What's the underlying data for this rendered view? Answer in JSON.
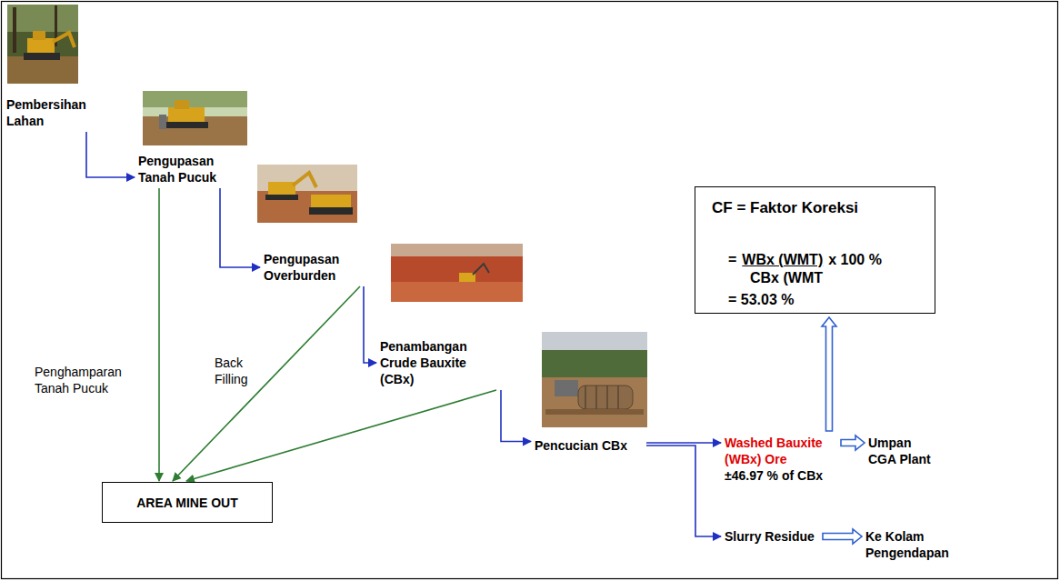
{
  "diagram": {
    "nodes": [
      {
        "text": [
          "Pembersihan Lahan"
        ]
      },
      {
        "text": [
          "Pengupasan Tanah Pucuk"
        ]
      },
      {
        "text": [
          "Pengupasan Overburden"
        ]
      },
      {
        "text": [
          "Penambangan Crude Bauxite (CBx)"
        ]
      },
      {
        "text": [
          "Pencucian CBx"
        ]
      },
      {
        "text": [
          "AREA MINE OUT"
        ]
      },
      {
        "text": [
          "Washed Bauxite (WBx) Ore",
          "±46.97 % of CBx"
        ]
      },
      {
        "text": [
          "Umpan CGA Plant"
        ]
      },
      {
        "text": [
          "Slurry Residue"
        ]
      },
      {
        "text": [
          "Ke Kolam Pengendapan"
        ]
      },
      {
        "text": [
          "CF = Faktor Koreksi",
          "=",
          "WBx (WMT)",
          "x 100 %",
          "CBx (WMT",
          "= 53.03 %"
        ]
      }
    ],
    "edges": [
      {
        "from": 0,
        "to": 1,
        "arrow": "to"
      },
      {
        "from": 1,
        "to": 2,
        "arrow": "to"
      },
      {
        "from": 2,
        "to": 3,
        "arrow": "to"
      },
      {
        "from": 3,
        "to": 4,
        "arrow": "to"
      },
      {
        "from": 4,
        "to": 6,
        "arrow": "to"
      },
      {
        "from": 4,
        "to": 8,
        "arrow": "to"
      },
      {
        "from": 6,
        "to": 7,
        "arrow": "to"
      },
      {
        "from": 8,
        "to": 9,
        "arrow": "to"
      },
      {
        "from": 6,
        "to": 10,
        "arrow": "to"
      },
      {
        "from": 1,
        "to": 5,
        "label": "Penghamparan Tanah Pucuk",
        "arrow": "to"
      },
      {
        "from": 2,
        "to": 5,
        "label": "Back Filling",
        "arrow": "to"
      },
      {
        "from": 3,
        "to": 5,
        "arrow": "to"
      }
    ]
  }
}
